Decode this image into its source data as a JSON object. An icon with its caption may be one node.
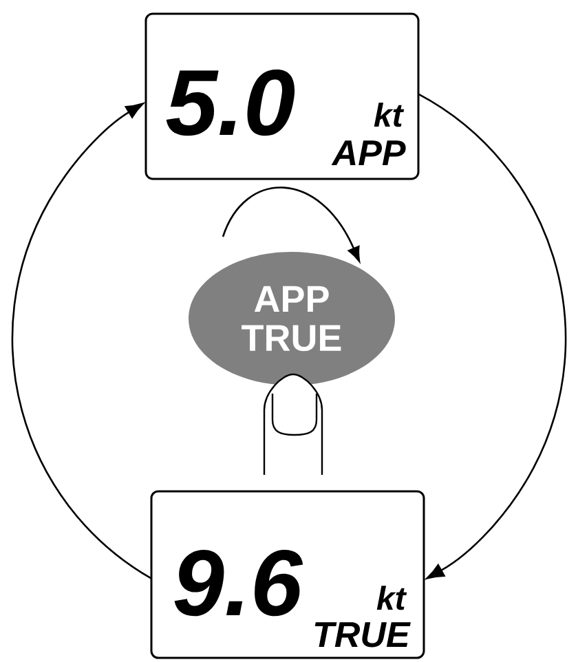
{
  "diagram": {
    "nodes": [
      {
        "text": [
          "5.0",
          "kt",
          "APP"
        ]
      },
      {
        "text": [
          "APP TRUE"
        ]
      },
      {
        "text": [
          "9.6",
          "kt",
          "TRUE"
        ]
      }
    ],
    "edges": [
      {
        "from": 0,
        "to": 2,
        "arrow": "to"
      },
      {
        "from": 2,
        "to": 0,
        "arrow": "to"
      }
    ]
  }
}
